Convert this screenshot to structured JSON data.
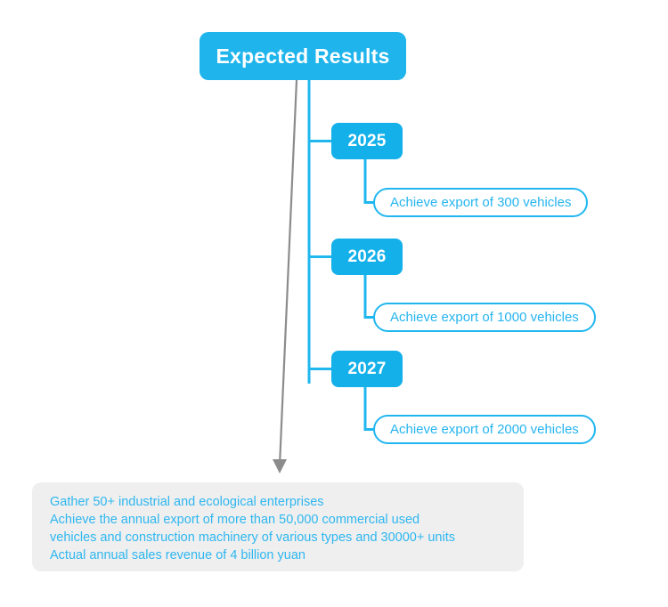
{
  "diagram": {
    "type": "tree-roadmap",
    "root": {
      "label": "Expected Results"
    },
    "branches": [
      {
        "year": "2025",
        "leaf": "Achieve export of 300 vehicles"
      },
      {
        "year": "2026",
        "leaf": "Achieve export of 1000 vehicles"
      },
      {
        "year": "2027",
        "leaf": "Achieve export of 2000 vehicles"
      }
    ],
    "summary": {
      "lines": [
        "Gather 50+ industrial and ecological enterprises",
        "Achieve the annual export of more than 50,000 commercial used",
        "vehicles and construction machinery of various types and 30000+ units",
        "Actual annual sales revenue of 4 billion yuan"
      ]
    },
    "colors": {
      "node_blue": "#13b0ea",
      "root_blue": "#1fb5ec",
      "pill_border": "#20b7ef",
      "pill_text": "#26b5ef",
      "connector_blue": "#20b7ef",
      "arrow_grey": "#8c8c8c",
      "summary_bg": "#efefef",
      "summary_text": "#2eb7f0"
    }
  }
}
